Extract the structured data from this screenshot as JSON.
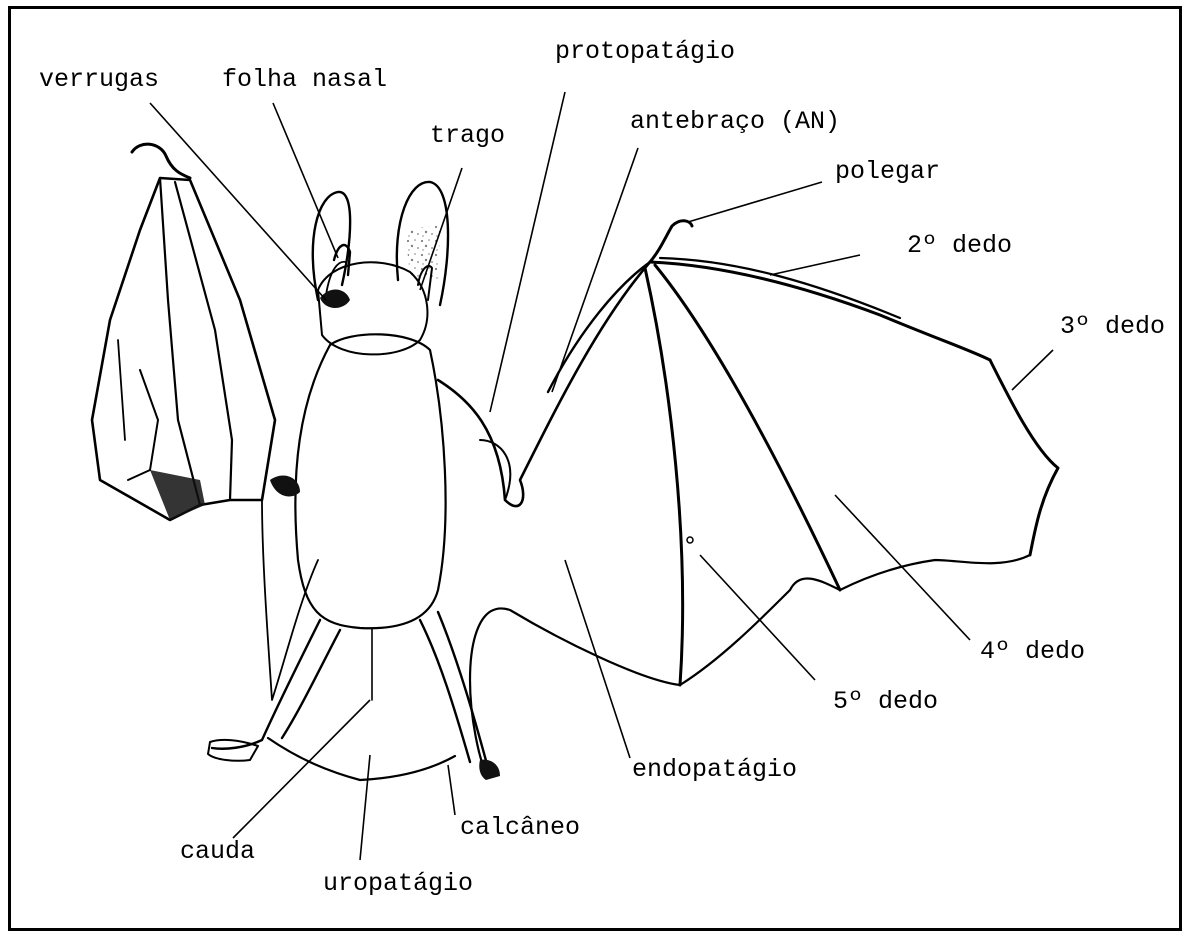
{
  "labels": {
    "verrugas": "verrugas",
    "folha_nasal": "folha nasal",
    "protopatagio": "protopatágio",
    "trago": "trago",
    "antebraco": "antebraço (AN)",
    "polegar": "polegar",
    "dedo2": "2º dedo",
    "dedo3": "3º dedo",
    "dedo4": "4º dedo",
    "dedo5": "5º dedo",
    "endopatagio": "endopatágio",
    "calcaneo": "calcâneo",
    "cauda": "cauda",
    "uropatagio": "uropatágio"
  }
}
